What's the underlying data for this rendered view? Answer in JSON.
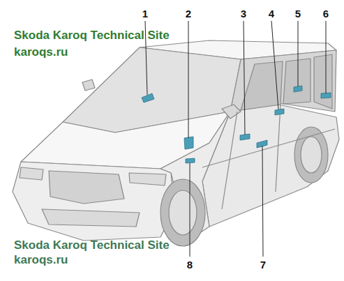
{
  "diagram": {
    "labels": [
      "1",
      "2",
      "3",
      "4",
      "5",
      "6",
      "Skoda Karoq Technical Site",
      "karoqs.ru",
      "Skoda Karoq Technical Site",
      "karoqs.ru",
      "8",
      "7"
    ]
  }
}
